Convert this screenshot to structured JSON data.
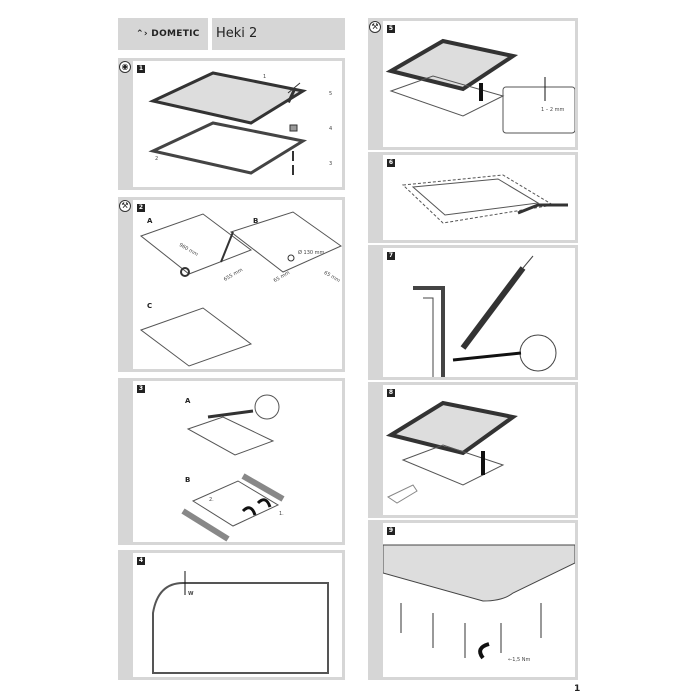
{
  "header": {
    "brand": "DOMETIC",
    "product": "Heki 2"
  },
  "steps": [
    {
      "number": "1",
      "icon": "eye-icon",
      "callouts": [
        "1",
        "2",
        "3",
        "4",
        "5"
      ]
    },
    {
      "number": "2",
      "icon": "wrench-icon",
      "subs": [
        "A",
        "B",
        "C"
      ],
      "dims": [
        "960 mm",
        "655 mm",
        "Ø 130 mm",
        "65 mm",
        "65 mm"
      ]
    },
    {
      "number": "3",
      "subs": [
        "A",
        "B"
      ],
      "callouts": [
        "1.",
        "2."
      ]
    },
    {
      "number": "4",
      "callouts": [
        "W"
      ]
    },
    {
      "number": "5",
      "icon": "wrench-icon",
      "dims": [
        "1 – 2 mm"
      ]
    },
    {
      "number": "6"
    },
    {
      "number": "7"
    },
    {
      "number": "8"
    },
    {
      "number": "9",
      "dims": [
        "1,5 Nm"
      ]
    }
  ],
  "page_number": "1"
}
